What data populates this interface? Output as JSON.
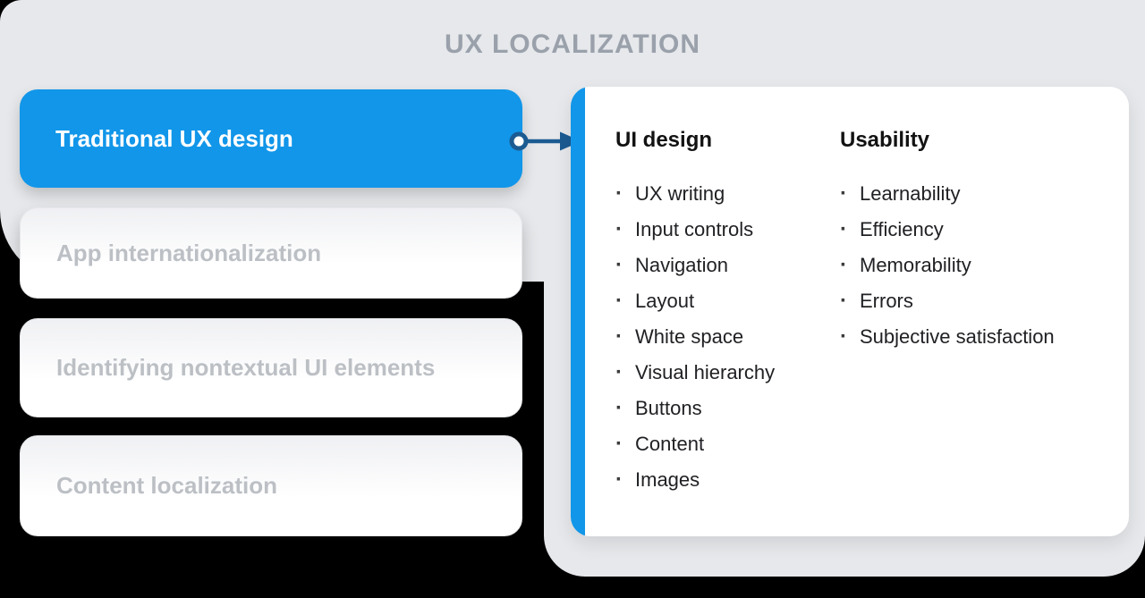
{
  "title": "UX LOCALIZATION",
  "colors": {
    "canvas_black": "#000000",
    "background_gray": "#e6e8eb",
    "accent_blue": "#1196e9",
    "arrow_blue": "#1b5b92",
    "title_text": "#9aa1ab",
    "muted_label": "#bcc0c5",
    "heading_text": "#121212",
    "body_text": "#202124",
    "card_border": "#e6e7ea"
  },
  "sidebar": {
    "items": [
      {
        "label": "Traditional UX design",
        "active": true
      },
      {
        "label": "App internationalization",
        "active": false
      },
      {
        "label": "Identifying nontextual UI elements",
        "active": false
      },
      {
        "label": "Content localization",
        "active": false
      }
    ]
  },
  "panel": {
    "bullet_glyph": "·",
    "columns": [
      {
        "header": "UI design",
        "items": [
          "UX writing",
          "Input controls",
          "Navigation",
          "Layout",
          "White space",
          "Visual hierarchy",
          "Buttons",
          "Content",
          "Images"
        ]
      },
      {
        "header": "Usability",
        "items": [
          "Learnability",
          "Efficiency",
          "Memorability",
          "Errors",
          "Subjective satisfaction"
        ]
      }
    ]
  }
}
